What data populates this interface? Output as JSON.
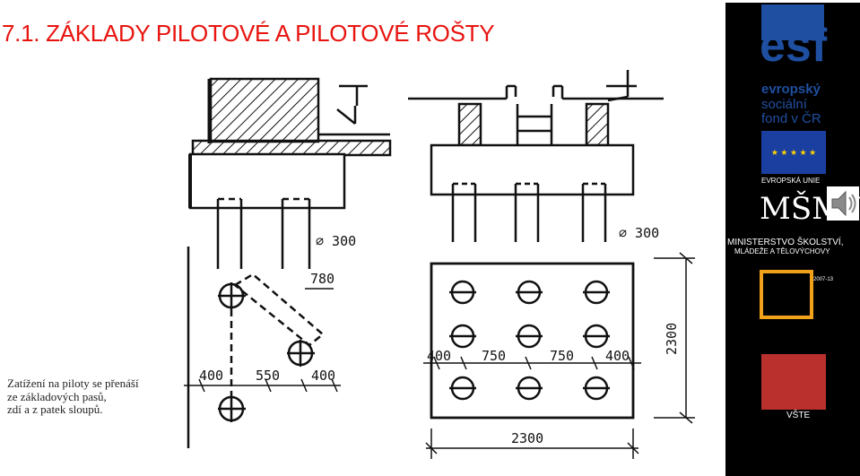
{
  "slide": {
    "title": "7.1. ZÁKLADY PILOTOVÉ A PILOTOVÉ ROŠTY",
    "caption_lines": [
      "Zatížení na piloty se přenáší",
      "ze základových pasů,",
      "zdí a z patek sloupů."
    ]
  },
  "drawing": {
    "left_pile_diameter": "⌀ 300",
    "right_pile_diameter": "⌀ 300",
    "diagonal_spacing": "780",
    "left_dim_400a": "400",
    "left_dim_550": "550",
    "left_dim_400b": "400",
    "right_dim_400a": "400",
    "right_dim_750a": "750",
    "right_dim_750b": "750",
    "right_dim_400b": "400",
    "right_width": "2300",
    "right_height": "2300"
  },
  "sidebar": {
    "esf_logo": "esf",
    "esf_line1": "evropský",
    "esf_line2": "sociální",
    "esf_line3": "fond v ČR",
    "eu_label": "EVROPSKÁ UNIE",
    "msmt_logo": "MŠMT",
    "msmt_line1": "MINISTERSTVO ŠKOLSTVÍ,",
    "msmt_line2": "MLÁDEŽE A TĚLOVÝCHOVY",
    "op_years": "2007-13",
    "vste_label": "VŠTE"
  },
  "colors": {
    "title": "#e8140f",
    "esf_blue": "#1f4fa0",
    "eu_blue": "#1a3fa0",
    "eu_star": "#ffd200",
    "op_orange": "#f2a11b",
    "vste_red": "#b9302d"
  }
}
